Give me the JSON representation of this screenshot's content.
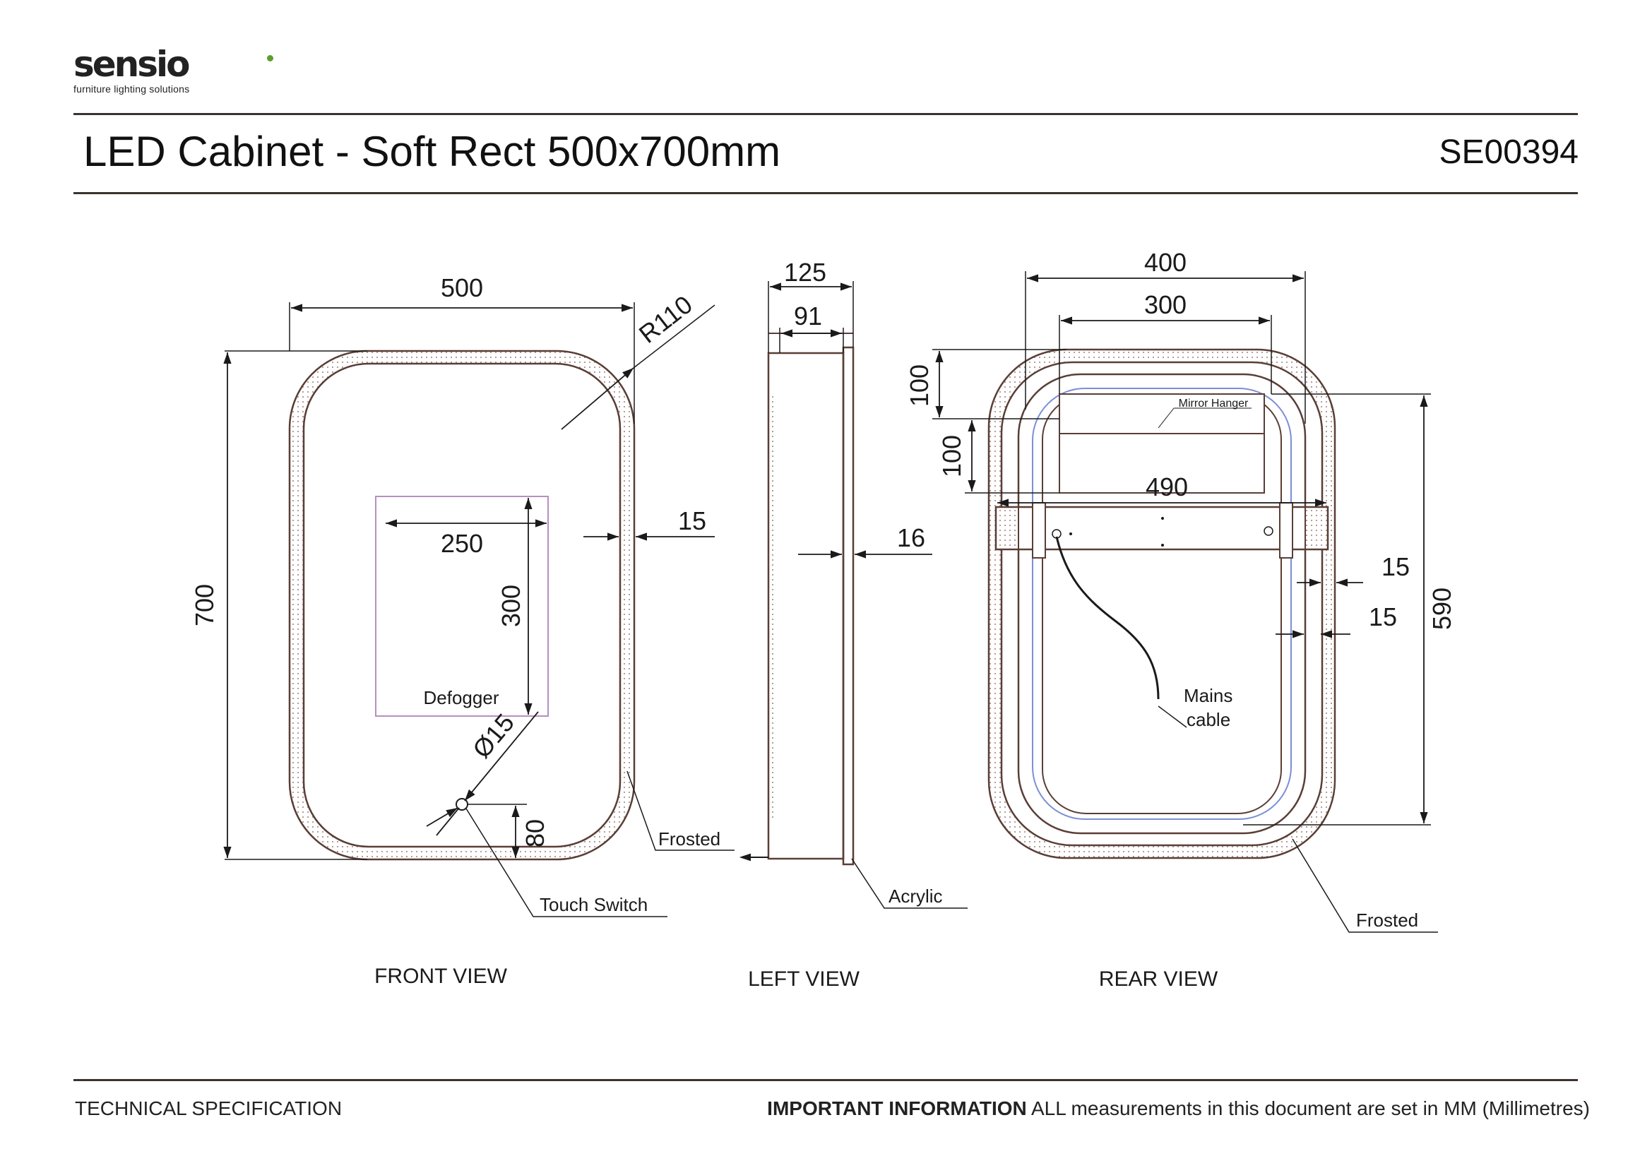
{
  "header": {
    "logo_text": "sensio",
    "logo_tagline": "furniture lighting solutions",
    "title": "LED Cabinet - Soft Rect 500x700mm",
    "product_code": "SE00394"
  },
  "front_view": {
    "view_label": "FRONT VIEW",
    "width": "500",
    "height": "700",
    "radius": "R110",
    "border": "15",
    "defogger_width": "250",
    "defogger_height": "300",
    "defogger_label": "Defogger",
    "switch_diameter": "Ø15",
    "switch_offset": "80",
    "frosted_label": "Frosted",
    "touch_switch_label": "Touch Switch"
  },
  "left_view": {
    "view_label": "LEFT VIEW",
    "depth": "125",
    "body_depth": "91",
    "edge": "16",
    "acrylic_label": "Acrylic"
  },
  "rear_view": {
    "view_label": "REAR VIEW",
    "width_outer": "400",
    "width_inner": "300",
    "hanger_top": "100",
    "hanger_height": "100",
    "bar_width": "490",
    "edge_a": "15",
    "edge_b": "15",
    "height": "590",
    "mirror_hanger_label": "Mirror Hanger",
    "mains_cable_label_1": "Mains",
    "mains_cable_label_2": "cable",
    "frosted_label": "Frosted"
  },
  "footer": {
    "left": "TECHNICAL SPECIFICATION",
    "important_label": "IMPORTANT INFORMATION",
    "important_text": " ALL measurements in this document are set in MM (Millimetres)"
  },
  "colors": {
    "line": "#5a3e36",
    "rule": "#3a3330",
    "defogger": "#b78fc0",
    "led_strip": "#7b8fd6",
    "logo_accent": "#5aa02c"
  }
}
